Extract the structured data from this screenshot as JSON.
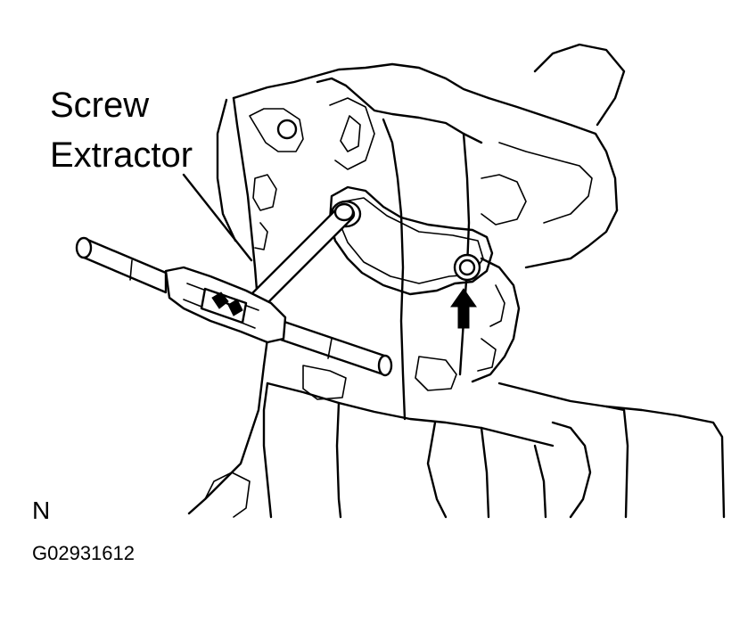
{
  "figure": {
    "label_screw": "Screw",
    "label_extractor": "Extractor",
    "orientation_mark": "N",
    "figure_code": "G02931612"
  },
  "colors": {
    "ink": "#000000",
    "background": "#ffffff"
  },
  "icons": [
    "screw-extractor-tool-icon",
    "tap-wrench-icon",
    "up-arrow-icon"
  ]
}
